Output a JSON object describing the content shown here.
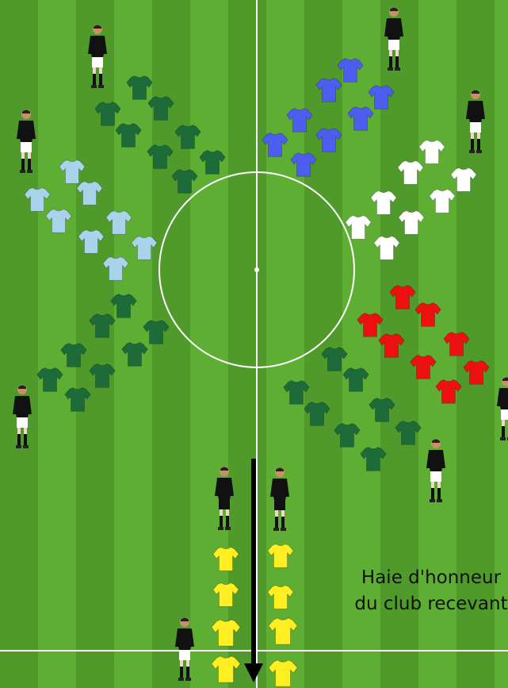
{
  "caption": {
    "line1": "Haie d'honneur",
    "line2": "du club recevant"
  },
  "colors": {
    "grass_dark": "#4f9a2a",
    "grass_light": "#5fae34",
    "lines": "#ffffff",
    "team_green": "#1e6b3a",
    "team_light_blue": "#a9d3ea",
    "team_blue": "#4b5ef0",
    "team_white": "#ffffff",
    "team_red": "#ee1010",
    "guard_of_honour": "#ffee22",
    "official_shirt": "#111111",
    "official_shorts": "#ffffff",
    "arrow": "#000000"
  },
  "groups": [
    {
      "name": "green-top-left",
      "color_key": "team_green"
    },
    {
      "name": "light-blue-left",
      "color_key": "team_light_blue"
    },
    {
      "name": "green-bottom-left",
      "color_key": "team_green"
    },
    {
      "name": "blue-top-right",
      "color_key": "team_blue"
    },
    {
      "name": "white-right",
      "color_key": "team_white"
    },
    {
      "name": "red-right",
      "color_key": "team_red"
    },
    {
      "name": "green-bottom-right",
      "color_key": "team_green"
    },
    {
      "name": "yellow-guard-of-honour",
      "color_key": "guard_of_honour"
    }
  ],
  "icons": {
    "player": "jersey-icon",
    "official": "referee-figure-icon",
    "direction": "arrow-down-icon"
  }
}
